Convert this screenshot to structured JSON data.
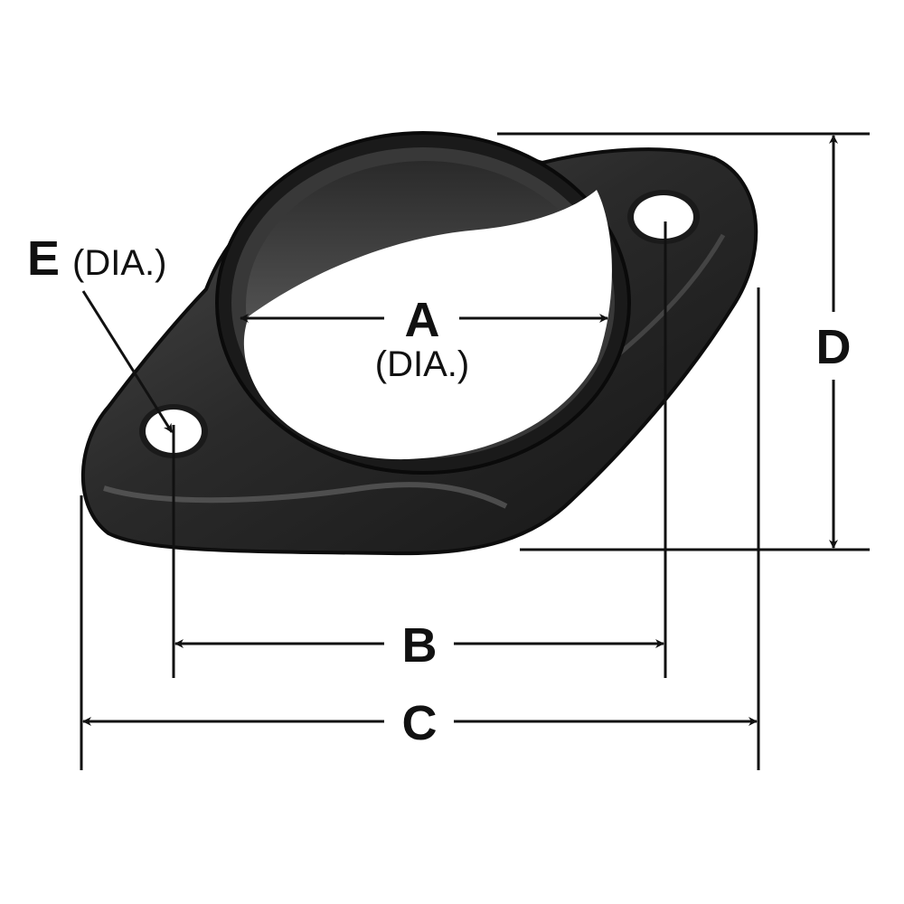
{
  "colors": {
    "ink": "#111111",
    "metal_dark": "#1f1f1f",
    "metal_mid": "#3a3a3a",
    "metal_light": "#5a5a5a",
    "background": "#ffffff"
  },
  "labels": {
    "a_letter": "A",
    "a_note": "(DIA.)",
    "b_letter": "B",
    "c_letter": "C",
    "d_letter": "D",
    "e_letter": "E",
    "e_note": "(DIA.)"
  }
}
